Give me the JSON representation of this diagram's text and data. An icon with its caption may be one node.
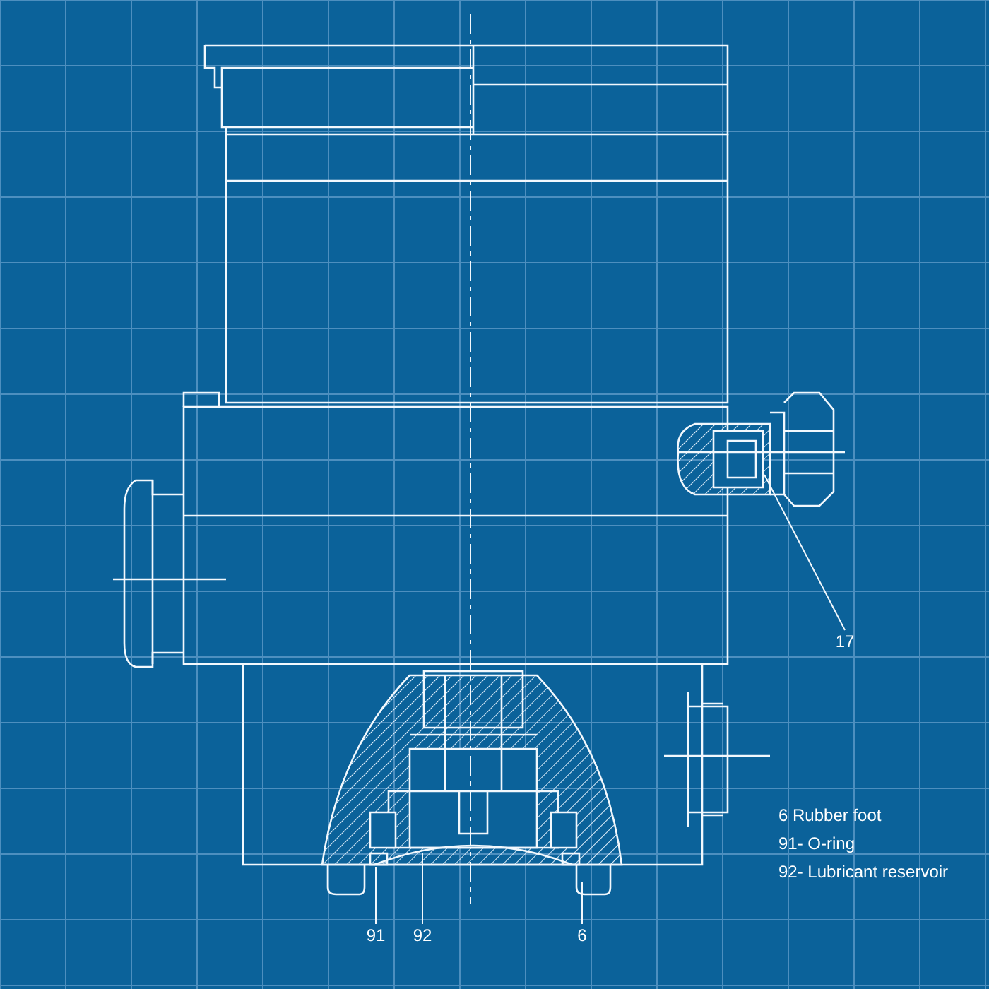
{
  "diagram": {
    "nodes": [
      {
        "text": [
          "17"
        ]
      },
      {
        "text": [
          "91"
        ]
      },
      {
        "text": [
          "92"
        ]
      },
      {
        "text": [
          "6"
        ]
      }
    ],
    "edges": [
      {
        "from": 0,
        "to": null,
        "arrow": "none"
      },
      {
        "from": 1,
        "to": null,
        "arrow": "none"
      },
      {
        "from": 2,
        "to": null,
        "arrow": "none"
      },
      {
        "from": 3,
        "to": null,
        "arrow": "none"
      }
    ],
    "labels": [
      "6 Rubber foot",
      "91- O-ring",
      "92- Lubricant reservoir"
    ]
  }
}
